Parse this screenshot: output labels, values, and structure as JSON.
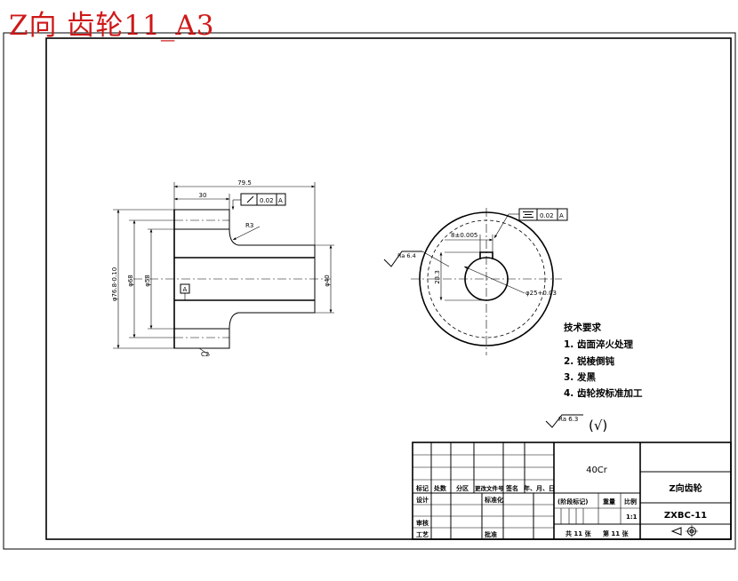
{
  "title": "Z向 齿轮11_A3",
  "side_view": {
    "dim_overall_length": "79.5",
    "dim_hub_length": "30",
    "runout_tolerance": "0.02",
    "runout_datum": "A",
    "fillet_radius": "R3",
    "dim_tip_diameter": "φ76.8-0.10",
    "dim_root_diameter": "φ68",
    "dim_hub_diameter": "φ58",
    "dim_bore_diameter": "φ40",
    "datum_label": "A",
    "chamfer": "C2"
  },
  "front_view": {
    "symmetry_tolerance": "0.02",
    "symmetry_datum": "A",
    "keyway_width": "8±0.005",
    "keyway_depth": "28.3",
    "bore_diameter": "φ25+0.03",
    "roughness": "Ra 6.4"
  },
  "technical_requirements": {
    "heading": "技术要求",
    "items": [
      "1. 齿面淬火处理",
      "2. 锐棱倒钝",
      "3. 发黑",
      "4. 齿轮按标准加工"
    ]
  },
  "general_roughness": {
    "value": "Ra 6.3",
    "remainder": "(√)"
  },
  "title_block": {
    "material": "40Cr",
    "part_name": "Z向齿轮",
    "drawing_number": "ZXBC-11",
    "labels": {
      "mark": "标记",
      "count": "处数",
      "zone": "分区",
      "change_doc": "更改文件号",
      "signature": "签名",
      "date": "年、月、日",
      "design": "设计",
      "standardization": "标准化",
      "review": "审核",
      "process": "工艺",
      "approve": "批准",
      "stage_mark": "(阶段标记)",
      "weight": "重量",
      "scale": "比例",
      "scale_value": "1:1",
      "sheets_total": "共 11 张",
      "sheet_no": "第 11 张"
    }
  }
}
